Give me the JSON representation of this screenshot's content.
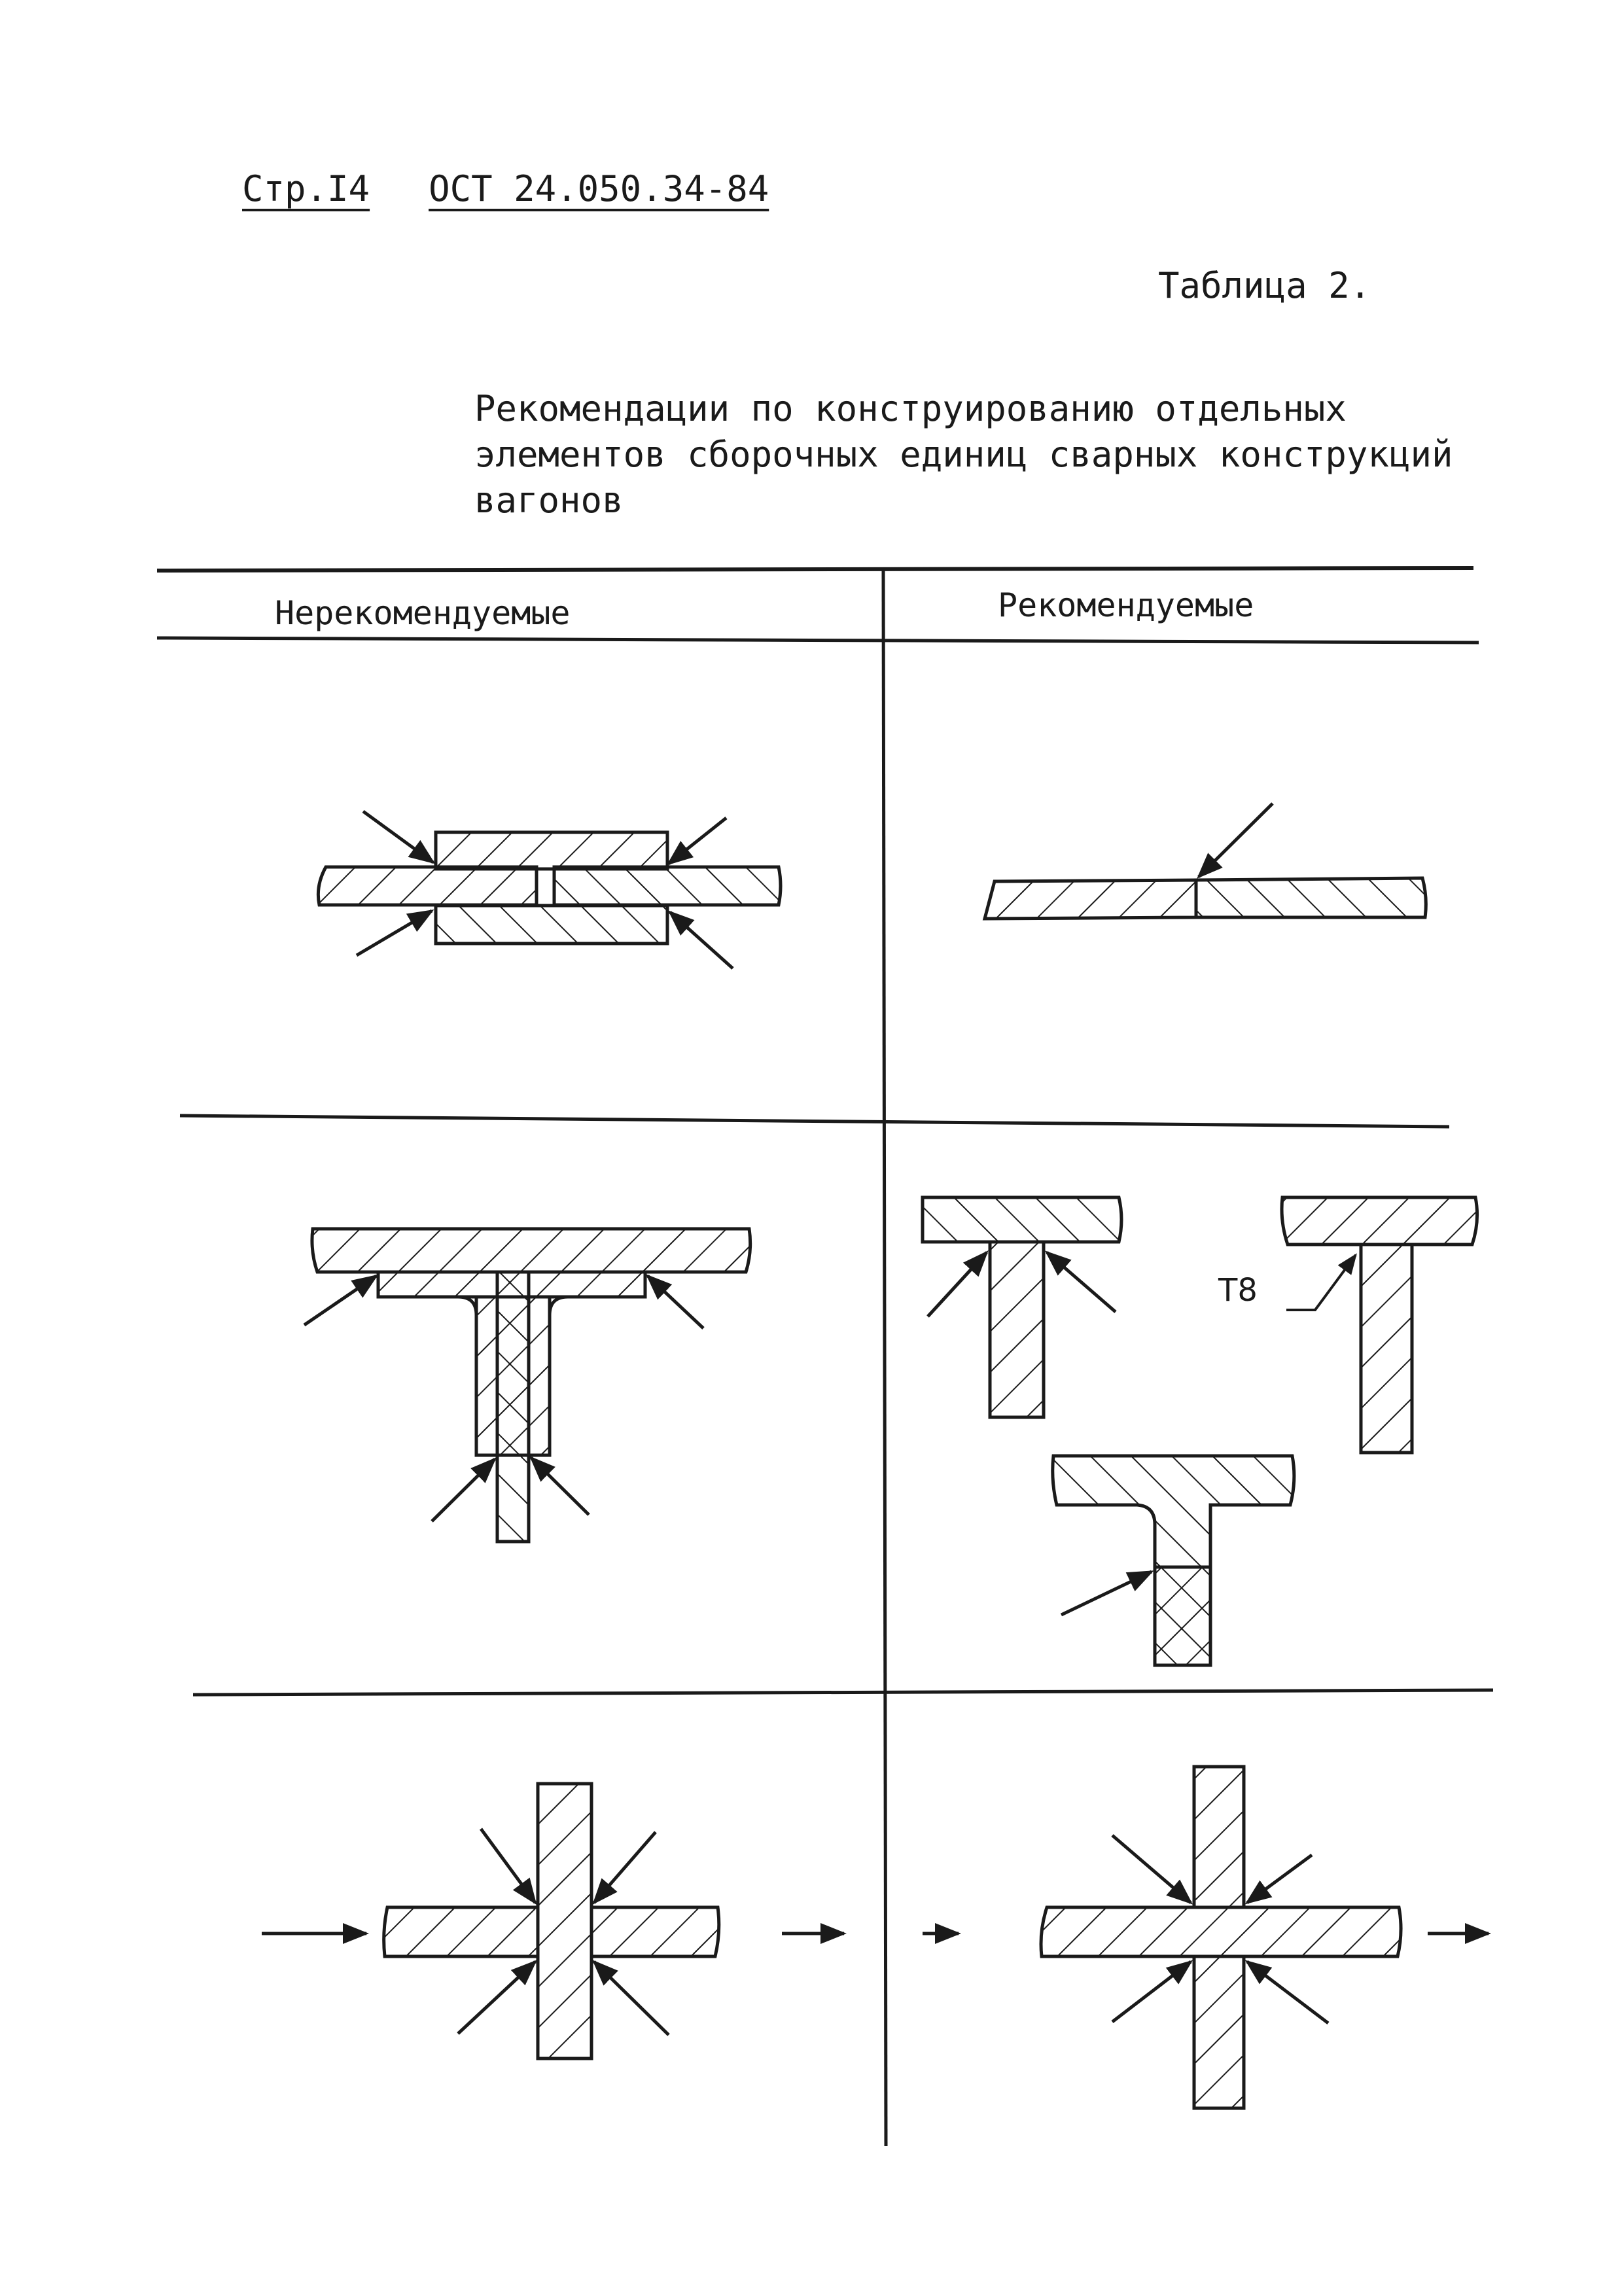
{
  "header": {
    "page": "Стр.I4",
    "standard": "ОСТ 24.050.34-84"
  },
  "table_label": "Таблица 2.",
  "title_lines": [
    "Рекомендации по конструированию отдельных",
    "элементов сборочных единиц сварных конструкций",
    "вагонов"
  ],
  "columns": {
    "not_recommended": "Нерекомендуемые",
    "recommended": "Рекомендуемые"
  },
  "labels": {
    "weld_mark": "Т8"
  }
}
